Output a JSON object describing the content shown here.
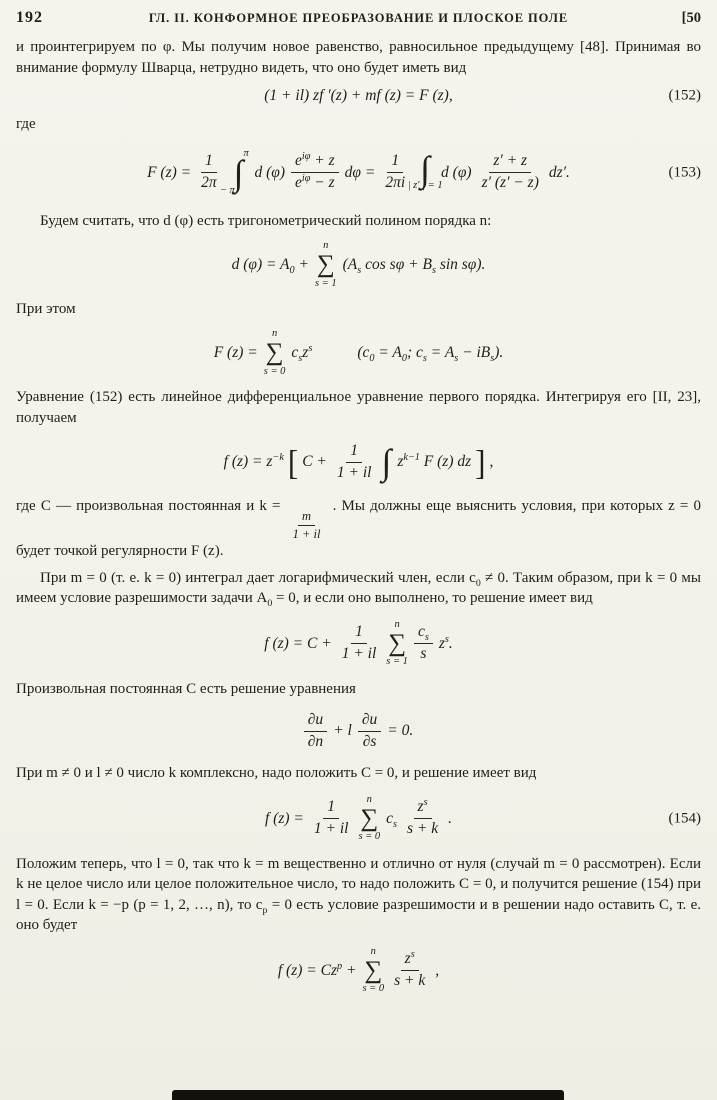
{
  "page": {
    "number": "192",
    "running_title": "ГЛ. II. КОНФОРМНОЕ ПРЕОБРАЗОВАНИЕ И ПЛОСКОЕ ПОЛЕ",
    "section_mark": "[50"
  },
  "symbols": {
    "sum": "∑",
    "integral": "∫",
    "lbracket": "[",
    "rbracket": "]"
  },
  "paragraphs": {
    "intro": "и проинтегрируем по φ. Мы получим новое равенство, равносильное предыдущему [48]. Принимая во внимание формулу Шварца, нетрудно видеть, что оно будет иметь вид",
    "gde": "где",
    "budem": "Будем считать, что d (φ) есть тригонометрический полином порядка n:",
    "pri_etom": "При этом",
    "uravnenie": "Уравнение (152) есть линейное дифференциальное уравнение первого порядка. Интегрируя его [II, 23], получаем",
    "gde_c_before": "где C — произвольная постоянная и k =",
    "gde_c_frac": {
      "num": "m",
      "den": "1 + il"
    },
    "gde_c_after": ". Мы должны еще выяснить условия, при которых z = 0 будет точкой регулярности F (z).",
    "pri_m0": "При m = 0 (т. е. k = 0) интеграл дает логарифмический член, если c_{0} ≠ 0. Таким образом, при k = 0 мы имеем условие разрешимости задачи A_{0} = 0, и если оно выполнено, то решение имеет вид",
    "proizv": "Произвольная постоянная C есть решение уравнения",
    "pri_mneq": "При m ≠ 0 и l ≠ 0 число k комплексно, надо положить C = 0, и решение имеет вид",
    "polozhim": "Положим теперь, что l = 0, так что k = m вещественно и отлично от нуля (случай m = 0 рассмотрен). Если k не целое число или целое положительное число, то надо положить C = 0, и получится решение (154) при l = 0. Если k = −p (p = 1, 2, …, n), то c_{p} = 0 есть условие разрешимости и в решении надо оставить C, т. е. оно будет"
  },
  "equations": {
    "eq152": {
      "body": "(1 + il) zf ′(z) + mf (z) = F (z),",
      "tag": "(152)"
    },
    "eq153": {
      "lhs": "F (z) =",
      "frac1": {
        "num": "1",
        "den": "2π"
      },
      "int1": {
        "upper": "π",
        "lower": "− π"
      },
      "mid1": "d (φ)",
      "frac2": {
        "num": "e^{iφ} + z",
        "den": "e^{iφ} − z"
      },
      "mid2": "dφ =",
      "frac3": {
        "num": "1",
        "den": "2πi"
      },
      "int2": {
        "lower": "| z′ | = 1"
      },
      "mid3": "d (φ)",
      "frac4": {
        "num": "z′ + z",
        "den": "z′ (z′ − z)"
      },
      "end": "dz′.",
      "tag": "(153)"
    },
    "eq_dphi": {
      "lhs": "d (φ) = A_{0} +",
      "sum": {
        "upper": "n",
        "lower": "s = 1"
      },
      "rhs": "(A_{s} cos sφ + B_{s} sin sφ)."
    },
    "eq_F": {
      "lhs": "F (z) =",
      "sum": {
        "upper": "n",
        "lower": "s = 0"
      },
      "rhs": "c_{s}z^{s}",
      "note": "(c_{0} = A_{0};  c_{s} = A_{s} − iB_{s})."
    },
    "eq_f_int": {
      "lhs": "f (z) = z^{−k}",
      "pre": "C +",
      "frac": {
        "num": "1",
        "den": "1 + il"
      },
      "post": "z^{k−1} F (z) dz",
      "end": ","
    },
    "eq_f_c": {
      "lhs": "f (z) = C +",
      "frac1": {
        "num": "1",
        "den": "1 + il"
      },
      "sum": {
        "upper": "n",
        "lower": "s = 1"
      },
      "frac2": {
        "num": "c_{s}",
        "den": "s"
      },
      "rhs": "z^{s}."
    },
    "eq_boundary": {
      "frac1": {
        "num": "∂u",
        "den": "∂n"
      },
      "mid": "+ l",
      "frac2": {
        "num": "∂u",
        "den": "∂s"
      },
      "rhs": "= 0."
    },
    "eq154": {
      "lhs": "f (z) =",
      "frac1": {
        "num": "1",
        "den": "1 + il"
      },
      "sum": {
        "upper": "n",
        "lower": "s = 0"
      },
      "mid": "c_{s}",
      "frac2": {
        "num": "z^{s}",
        "den": "s + k"
      },
      "end": ".",
      "tag": "(154)"
    },
    "eq_last": {
      "lhs": "f (z) = Cz^{p} +",
      "sum": {
        "upper": "n",
        "lower": "s = 0"
      },
      "frac": {
        "num": "z^{s}",
        "den": "s + k"
      },
      "end": ","
    }
  }
}
